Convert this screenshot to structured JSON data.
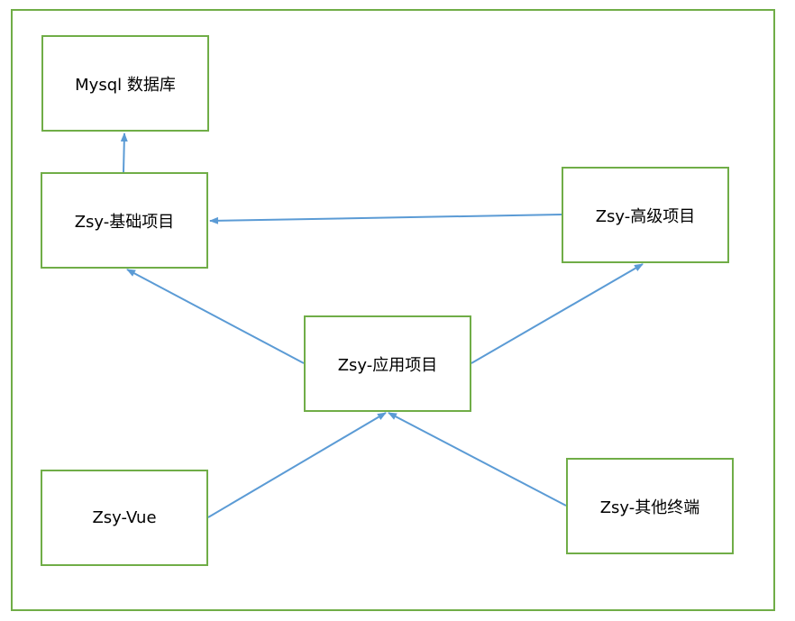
{
  "colors": {
    "border": "#70ad47",
    "arrow": "#5b9bd5"
  },
  "nodes": {
    "mysql": "Mysql 数据库",
    "base": "Zsy-基础项目",
    "advanced": "Zsy-高级项目",
    "app": "Zsy-应用项目",
    "vue": "Zsy-Vue",
    "other": "Zsy-其他终端"
  },
  "edges": [
    {
      "from": "base",
      "to": "mysql"
    },
    {
      "from": "advanced",
      "to": "base"
    },
    {
      "from": "app",
      "to": "base"
    },
    {
      "from": "app",
      "to": "advanced"
    },
    {
      "from": "vue",
      "to": "app"
    },
    {
      "from": "other",
      "to": "app"
    }
  ]
}
